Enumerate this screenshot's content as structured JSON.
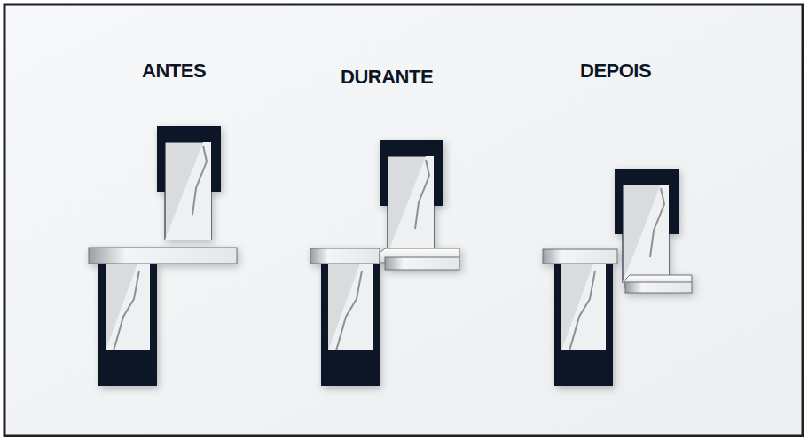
{
  "diagram": {
    "labels": [
      "ANTES",
      "DURANTE",
      "DEPOIS"
    ]
  }
}
